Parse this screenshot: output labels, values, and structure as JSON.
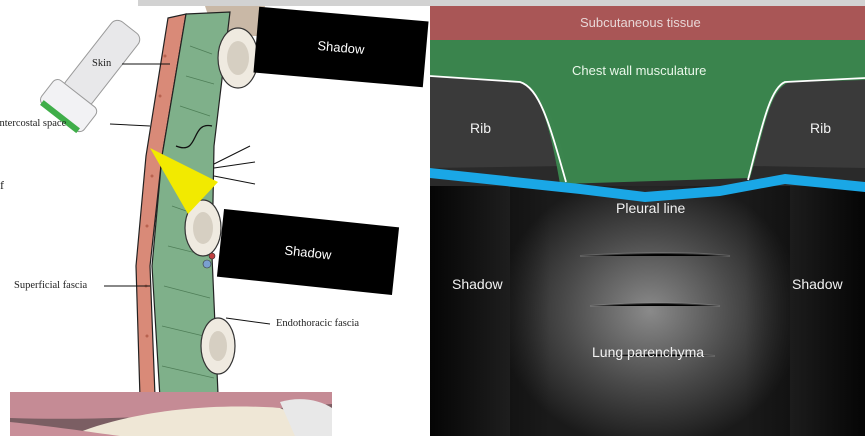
{
  "diagram": {
    "skin_label": "Skin",
    "intercostal_label": "Intercostal space",
    "superficial_fascia_label": "Superficial fascia",
    "endothoracic_fascia_label": "Endothoracic fascia",
    "shadow_upper": "Shadow",
    "shadow_lower": "Shadow",
    "fragment_char": "f"
  },
  "ultrasound": {
    "subcutaneous_label": "Subcutaneous tissue",
    "muscle_label": "Chest wall musculature",
    "rib_left": "Rib",
    "rib_right": "Rib",
    "pleural_label": "Pleural line",
    "shadow_left": "Shadow",
    "shadow_right": "Shadow",
    "lung_label": "Lung parenchyma"
  },
  "colors": {
    "subcutaneous": "#b45a5a",
    "muscle": "#3c8c50",
    "pleural_line": "#1aa7e6",
    "probe_beam": "#f2ea00",
    "skin_layer": "#d98a78",
    "muscle_layer": "#7fb08a"
  }
}
